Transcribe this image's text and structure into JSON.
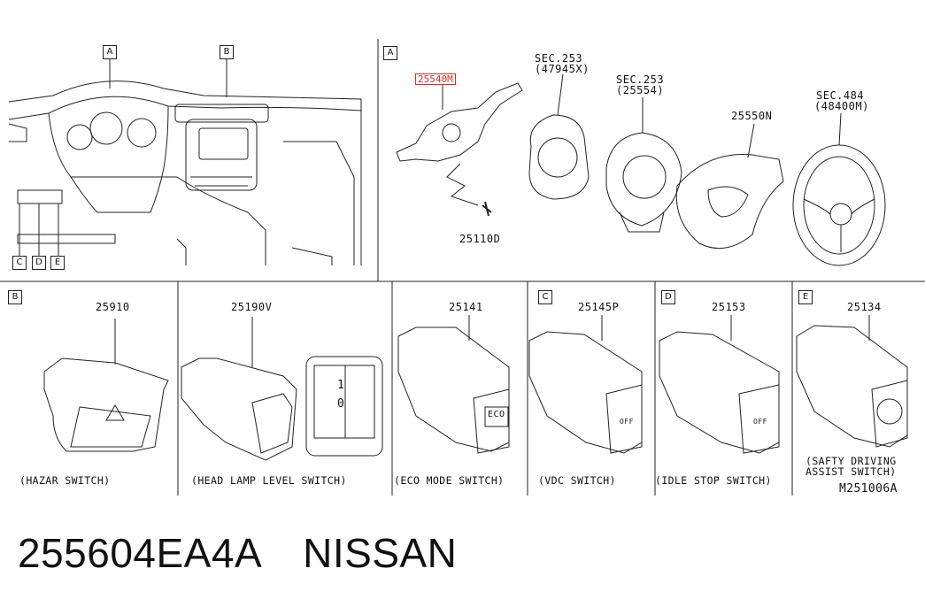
{
  "section_a": {
    "top_labels": {
      "a": "A",
      "b": "B"
    },
    "bottom_labels": {
      "c": "C",
      "d": "D",
      "e": "E"
    },
    "detail_box": "A",
    "parts": {
      "combination_switch": "25540M",
      "spiral_cable_sec": "SEC.253",
      "spiral_cable_num": "(47945X)",
      "steering_angle_sec": "SEC.253",
      "steering_angle_num": "(25554)",
      "wheel_switch": "25550N",
      "steering_wheel_sec": "SEC.484",
      "steering_wheel_num": "(48400M)",
      "screw": "25110D"
    }
  },
  "panels": [
    {
      "letter": "B",
      "part": "25910",
      "caption": "(HAZAR SWITCH)"
    },
    {
      "letter": "",
      "part": "25190V",
      "caption": "(HEAD LAMP LEVEL SWITCH)"
    },
    {
      "letter": "",
      "part": "25141",
      "caption": "(ECO MODE SWITCH)"
    },
    {
      "letter": "C",
      "part": "25145P",
      "caption": "(VDC SWITCH)"
    },
    {
      "letter": "D",
      "part": "25153",
      "caption": "(IDLE STOP SWITCH)"
    },
    {
      "letter": "E",
      "part": "25134",
      "caption_line1": "(SAFTY DRIVING",
      "caption_line2": "ASSIST SWITCH)"
    }
  ],
  "switch_text": {
    "eco": "ECO",
    "vdc_off": "OFF",
    "idle_off": "OFF",
    "level_1": "1",
    "level_0": "0"
  },
  "diagram_code": "M251006A",
  "footer": {
    "part_number": "255604EA4A",
    "brand": "NISSAN"
  },
  "colors": {
    "highlight": "#d0342c",
    "line": "#222222"
  }
}
